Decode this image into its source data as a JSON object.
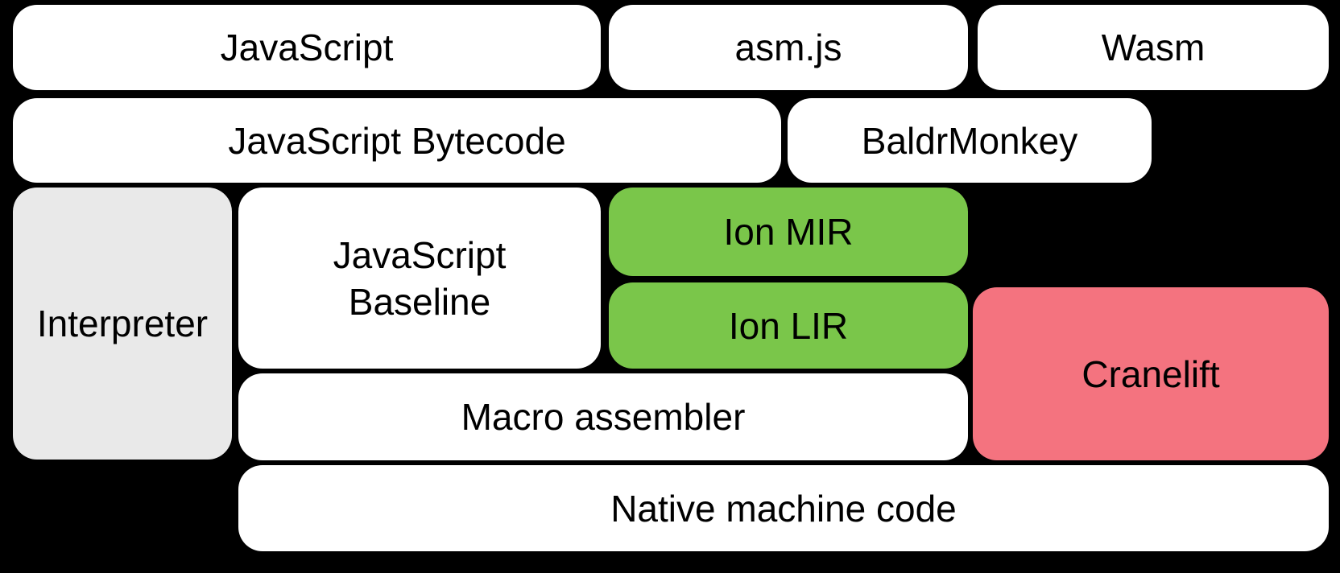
{
  "diagram": {
    "background_color": "#000000",
    "text_color": "#000000",
    "colors": {
      "plain_box": "#ffffff",
      "interpreter_box": "#e9e9e9",
      "ion_box": "#7ac64a",
      "cranelift_box": "#f4737f"
    },
    "boxes": [
      {
        "key": "javascript",
        "label": "JavaScript",
        "color": "#ffffff"
      },
      {
        "key": "asmjs",
        "label": "asm.js",
        "color": "#ffffff"
      },
      {
        "key": "wasm",
        "label": "Wasm",
        "color": "#ffffff"
      },
      {
        "key": "js-bytecode",
        "label": "JavaScript Bytecode",
        "color": "#ffffff"
      },
      {
        "key": "baldrmonkey",
        "label": "BaldrMonkey",
        "color": "#ffffff"
      },
      {
        "key": "interpreter",
        "label": "Interpreter",
        "color": "#e9e9e9"
      },
      {
        "key": "js-baseline",
        "label": "JavaScript\nBaseline",
        "color": "#ffffff"
      },
      {
        "key": "ion-mir",
        "label": "Ion MIR",
        "color": "#7ac64a"
      },
      {
        "key": "ion-lir",
        "label": "Ion LIR",
        "color": "#7ac64a"
      },
      {
        "key": "cranelift",
        "label": "Cranelift",
        "color": "#f4737f"
      },
      {
        "key": "macro-assembler",
        "label": "Macro assembler",
        "color": "#ffffff"
      },
      {
        "key": "native-machine-code",
        "label": "Native machine code",
        "color": "#ffffff"
      }
    ]
  }
}
